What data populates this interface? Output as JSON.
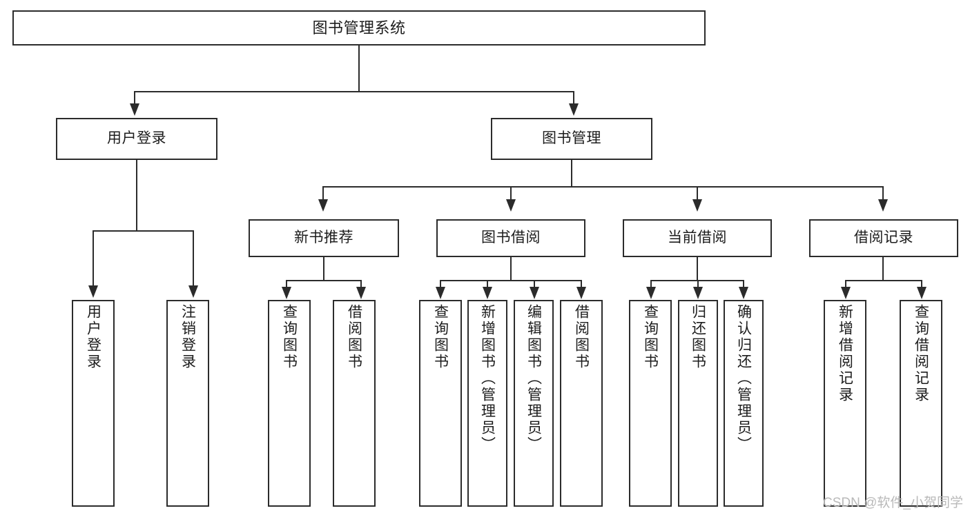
{
  "diagram": {
    "type": "tree",
    "title": "图书管理系统",
    "root": {
      "label": "图书管理系统"
    },
    "level2": [
      {
        "label": "用户登录"
      },
      {
        "label": "图书管理"
      }
    ],
    "level3": [
      {
        "label": "新书推荐"
      },
      {
        "label": "图书借阅"
      },
      {
        "label": "当前借阅"
      },
      {
        "label": "借阅记录"
      }
    ],
    "leaves": {
      "user_login": [
        {
          "label": "用户登录"
        },
        {
          "label": "注销登录"
        }
      ],
      "new_book": [
        {
          "label": "查询图书"
        },
        {
          "label": "借阅图书"
        }
      ],
      "book_borrow": [
        {
          "label": "查询图书"
        },
        {
          "label": "新增图书（管理员）"
        },
        {
          "label": "编辑图书（管理员）"
        },
        {
          "label": "借阅图书"
        }
      ],
      "current_borrow": [
        {
          "label": "查询图书"
        },
        {
          "label": "归还图书"
        },
        {
          "label": "确认归还（管理员）"
        }
      ],
      "borrow_record": [
        {
          "label": "新增借阅记录"
        },
        {
          "label": "查询借阅记录"
        }
      ]
    }
  },
  "watermark": {
    "text": "CSDN @软件_小贺同学"
  },
  "colors": {
    "stroke": "#2b2b2b",
    "background": "#ffffff",
    "text": "#1c1c1c",
    "watermark": "#b9b9b9"
  }
}
